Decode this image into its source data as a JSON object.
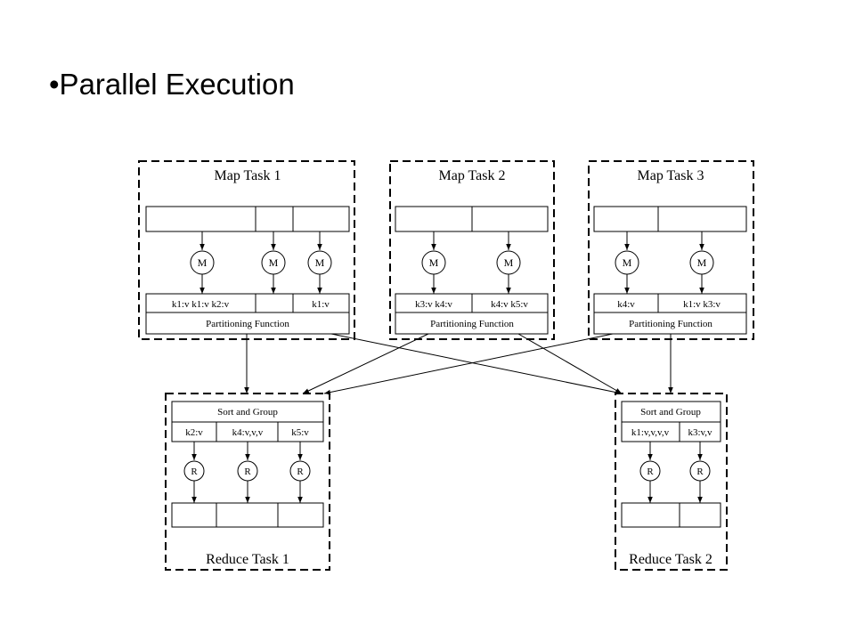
{
  "slide": {
    "title": "•Parallel Execution"
  },
  "map_tasks": [
    {
      "title": "Map Task 1",
      "node_label": "M",
      "kv_cells": [
        "k1:v k1:v k2:v",
        "",
        "k1:v"
      ],
      "partition_label": "Partitioning Function"
    },
    {
      "title": "Map Task 2",
      "node_label": "M",
      "kv_cells": [
        "k3:v k4:v",
        "k4:v k5:v"
      ],
      "partition_label": "Partitioning Function"
    },
    {
      "title": "Map Task 3",
      "node_label": "M",
      "kv_cells": [
        "k4:v",
        "k1:v k3:v"
      ],
      "partition_label": "Partitioning Function"
    }
  ],
  "reduce_tasks": [
    {
      "title": "Reduce Task 1",
      "node_label": "R",
      "sort_label": "Sort and Group",
      "group_cells": [
        "k2:v",
        "k4:v,v,v",
        "k5:v"
      ]
    },
    {
      "title": "Reduce Task 2",
      "node_label": "R",
      "sort_label": "Sort and Group",
      "group_cells": [
        "k1:v,v,v,v",
        "k3:v,v"
      ]
    }
  ]
}
